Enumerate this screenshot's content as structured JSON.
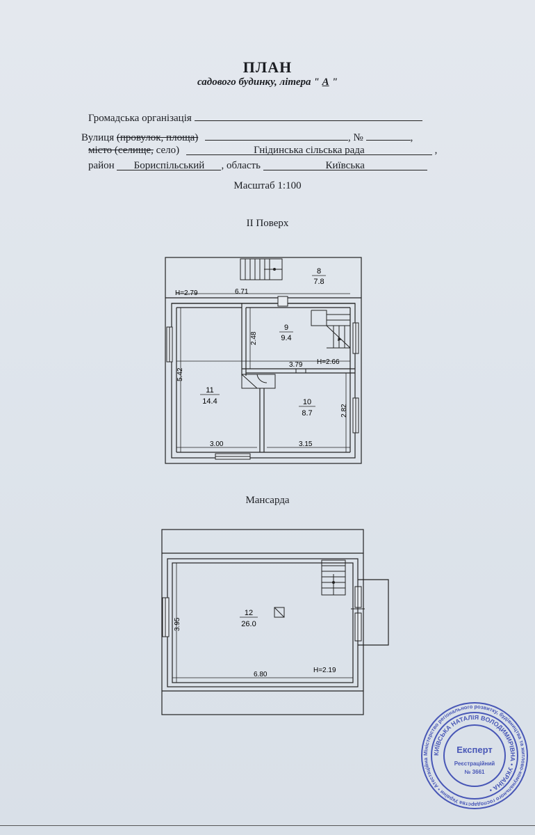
{
  "header": {
    "title": "ПЛАН",
    "subtitle_pre": "садового будинку, літера \"",
    "subtitle_letter": "А",
    "subtitle_post": "\""
  },
  "form": {
    "organization_label": "Громадська організація",
    "organization_value": "",
    "street_label": "Вулиця",
    "street_struck": "(провулок, площа)",
    "street_value": "",
    "number_label": "№",
    "number_value": "",
    "city_struck": "місто (селище,",
    "city_label": "село)",
    "city_value": "Гнідинська сільська рада",
    "district_label": "район",
    "district_value": "Бориспільський",
    "region_label": ", область",
    "region_value": "Київська"
  },
  "scale": "Масштаб 1:100",
  "floor2": {
    "label": "II Поверх",
    "rooms": [
      {
        "num": "8",
        "area": "7.8"
      },
      {
        "num": "9",
        "area": "9.4"
      },
      {
        "num": "10",
        "area": "8.7"
      },
      {
        "num": "11",
        "area": "14.4"
      }
    ],
    "dims": {
      "h_top": "H=2.79",
      "d_671": "6.71",
      "d_248": "2.48",
      "d_379": "3.79",
      "h_mid": "H=2.66",
      "d_542": "5.42",
      "d_282": "2.82",
      "d_300": "3.00",
      "d_315": "3.15"
    }
  },
  "attic": {
    "label": "Мансарда",
    "room_num": "12",
    "room_area": "26.0",
    "d_395": "3.95",
    "d_680": "6.80",
    "height": "H=2.19"
  },
  "stamp": {
    "center": "Експерт",
    "reg_label": "Реєстраційний",
    "reg_no": "№ 3661",
    "ring_outer": "Міністерство регіонального розвитку, будівництва та житлово-комунального господарства України • Атестаційна архітектурно-будівельна комісія •",
    "ring_inner": "КИЇВСЬКА НАТАЛІЯ ВОЛОДИМИРІВНА • УКРАЇНА •"
  },
  "colors": {
    "ink": "#1b1d22",
    "stamp": "#2f3fae",
    "paper": "#e0e6ed"
  }
}
